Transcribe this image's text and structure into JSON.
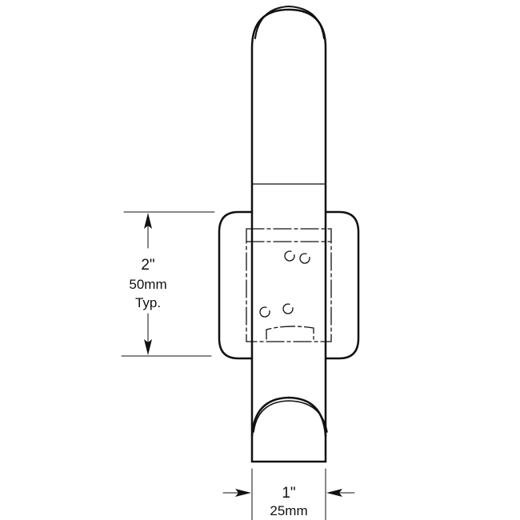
{
  "colors": {
    "line": "#111111",
    "background": "#ffffff"
  },
  "dimensions": {
    "height": {
      "imperial": "2\"",
      "metric": "50mm",
      "note": "Typ."
    },
    "width": {
      "imperial": "1\"",
      "metric": "25mm"
    }
  }
}
